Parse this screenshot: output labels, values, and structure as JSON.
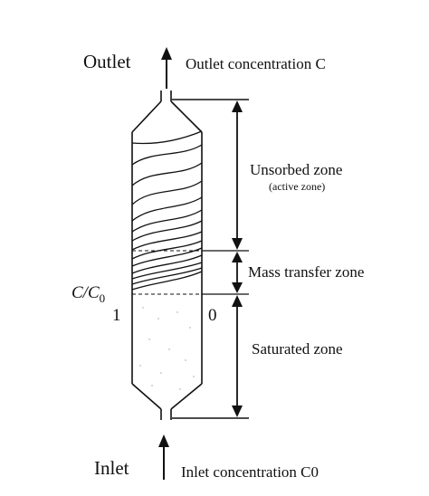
{
  "labels": {
    "outlet": "Outlet",
    "outlet_concentration": "Outlet concentration C",
    "unsorbed_zone": "Unsorbed zone",
    "active_zone": "(active zone)",
    "mass_transfer_zone": "Mass transfer zone",
    "saturated_zone": "Saturated zone",
    "ratio_main": "C/C",
    "ratio_sub": "0",
    "scale_left": "1",
    "scale_right": "0",
    "inlet": "Inlet",
    "inlet_concentration": "Inlet concentration C0"
  },
  "colors": {
    "ink": "#111111"
  }
}
